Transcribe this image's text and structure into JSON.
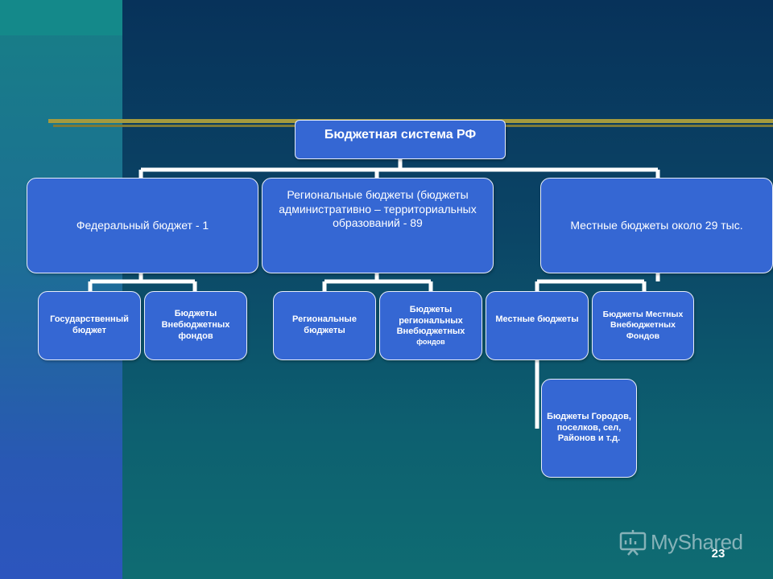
{
  "diagram": {
    "root": "Бюджетная система РФ",
    "federal": {
      "label": "Федеральный бюджет - 1",
      "children": [
        "Государственный бюджет",
        "Бюджеты Внебюджетных фондов"
      ]
    },
    "regional": {
      "label": "Региональные бюджеты (бюджеты административно – территориальных образований - 89",
      "children": [
        "Региональные бюджеты",
        "Бюджеты региональных Внебюджетных",
        "фондов"
      ]
    },
    "local": {
      "label": "Местные бюджеты около 29 тыс.",
      "children": [
        "Местные бюджеты",
        "Бюджеты Местных Внебюджетных Фондов"
      ],
      "sub_child": "Бюджеты Городов, поселков, сел, Районов и т.д."
    }
  },
  "slide": {
    "number": "23"
  },
  "watermark": {
    "text": "MyShared"
  }
}
